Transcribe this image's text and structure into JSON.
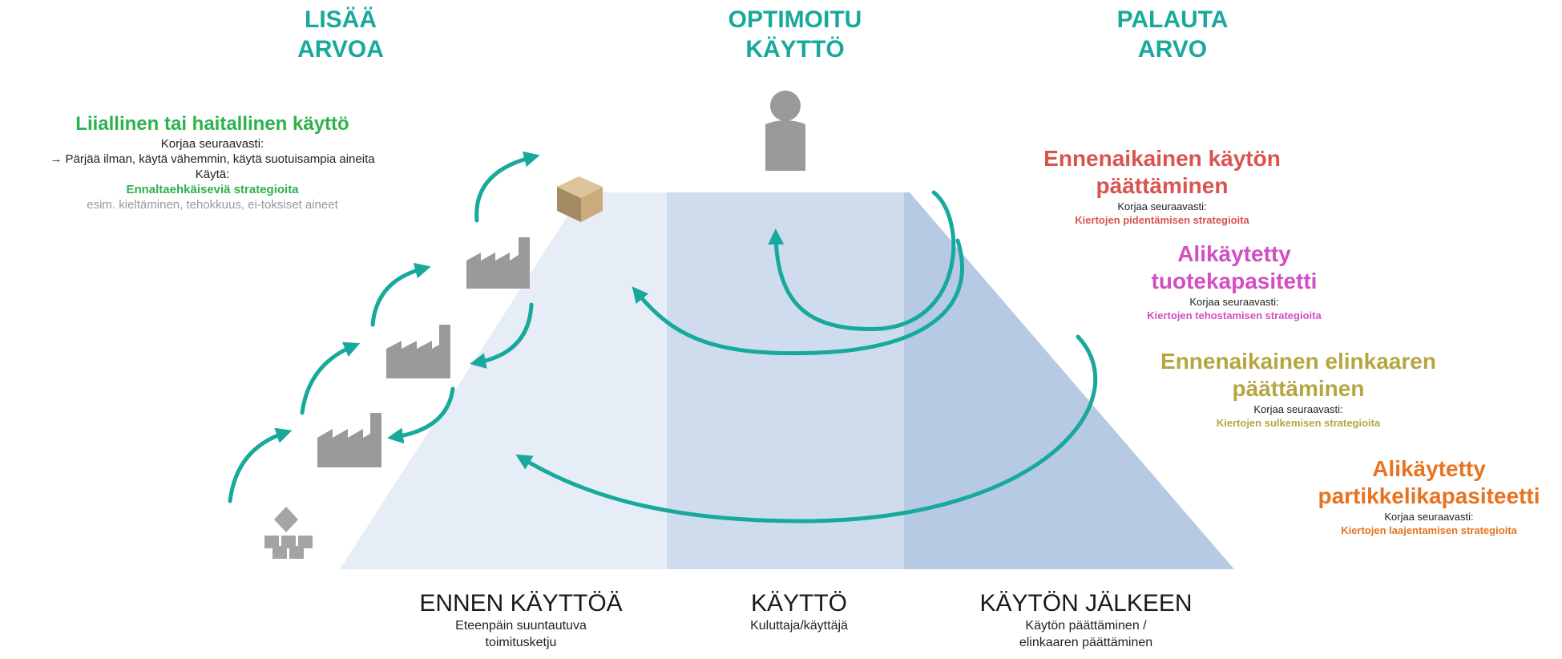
{
  "columns": {
    "left": {
      "line1": "LISÄÄ",
      "line2": "ARVOA"
    },
    "middle": {
      "line1": "OPTIMOITU",
      "line2": "KÄYTTÖ"
    },
    "right": {
      "line1": "PALAUTA",
      "line2": "ARVO"
    }
  },
  "excessive": {
    "title": "Liiallinen tai haitallinen käyttö",
    "fix": "Korjaa seuraavasti:",
    "action": "→ Pärjää ilman, käytä vähemmin, käytä suotuisampia aineita",
    "use": "Käytä:",
    "strategy": "Ennaltaehkäiseviä strategioita",
    "examples": "esim. kieltäminen, tehokkuus, ei-toksiset aineet"
  },
  "issues": [
    {
      "title1": "Ennenaikainen käytön",
      "title2": "päättäminen",
      "fix": "Korjaa seuraavasti:",
      "strategy": "Kiertojen pidentämisen strategioita"
    },
    {
      "title1": "Alikäytetty",
      "title2": "tuotekapasitetti",
      "fix": "Korjaa seuraavasti:",
      "strategy": "Kiertojen  tehostamisen strategioita"
    },
    {
      "title1": "Ennenaikainen elinkaaren",
      "title2": "päättäminen",
      "fix": "Korjaa seuraavasti:",
      "strategy": "Kiertojen sulkemisen strategioita"
    },
    {
      "title1": "Alikäytetty",
      "title2": "partikkelikapasiteetti",
      "fix": "Korjaa seuraavasti:",
      "strategy": "Kiertojen laajentamisen strategioita"
    }
  ],
  "phases": [
    {
      "title": "ENNEN KÄYTTÖÄ",
      "sub1": "Eteenpäin suuntautuva",
      "sub2": "toimitusketju"
    },
    {
      "title": "KÄYTTÖ",
      "sub1": "Kuluttaja/käyttäjä",
      "sub2": ""
    },
    {
      "title": "KÄYTÖN JÄLKEEN",
      "sub1": "Käytön päättäminen /",
      "sub2": "elinkaaren päättäminen"
    }
  ],
  "colors": {
    "teal": "#17a99b",
    "green": "#2bb24c",
    "red": "#d9534f",
    "magenta": "#d14fc4",
    "olive": "#b5a642",
    "orange": "#e8731f",
    "grey_icon": "#9a9a9a"
  }
}
